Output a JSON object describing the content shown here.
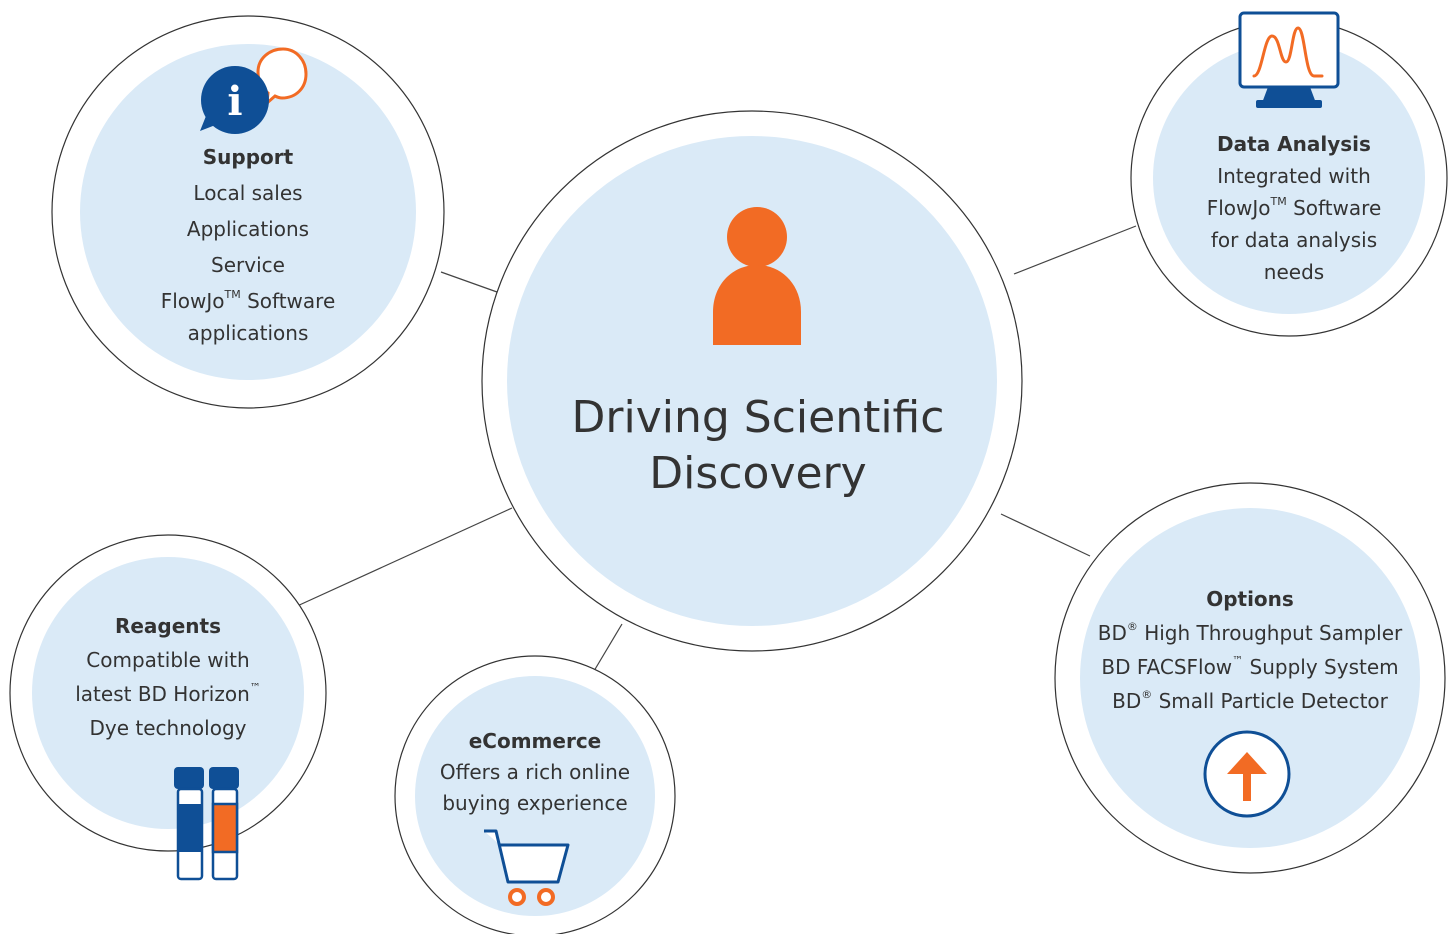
{
  "center": {
    "title_line1": "Driving Scientific",
    "title_line2": "Discovery"
  },
  "support": {
    "title": "Support",
    "line1": "Local sales",
    "line2": "Applications",
    "line3": "Service",
    "line4_pre": "FlowJo",
    "line4_tm": "TM",
    "line4_post": " Software",
    "line5": "applications"
  },
  "data_analysis": {
    "title": "Data Analysis",
    "line1": "Integrated with",
    "line2_pre": "FlowJo",
    "line2_tm": "TM",
    "line2_post": " Software",
    "line3": "for data analysis",
    "line4": "needs"
  },
  "reagents": {
    "title": "Reagents",
    "line1": "Compatible with",
    "line2_pre": "latest BD Horizon",
    "line2_tm": "™",
    "line3": "Dye technology"
  },
  "ecommerce": {
    "title": "eCommerce",
    "line1": "Offers a rich online",
    "line2": "buying experience"
  },
  "options": {
    "title": "Options",
    "line1_pre": "BD",
    "line1_mark": "®",
    "line1_post": " High Throughput Sampler",
    "line2_pre": "BD FACSFlow",
    "line2_mark": "™",
    "line2_post": " Supply System",
    "line3_pre": "BD",
    "line3_mark": "®",
    "line3_post": " Small Particle Detector"
  },
  "icons": {
    "support": "info-chat-icon",
    "data_analysis": "monitor-histogram-icon",
    "reagents": "reagent-vials-icon",
    "ecommerce": "shopping-cart-icon",
    "options": "up-arrow-icon",
    "center": "person-icon"
  },
  "colors": {
    "bubble_fill": "#daeaf7",
    "outline": "#333333",
    "accent_orange": "#f26b24",
    "brand_blue": "#0f4f96"
  }
}
